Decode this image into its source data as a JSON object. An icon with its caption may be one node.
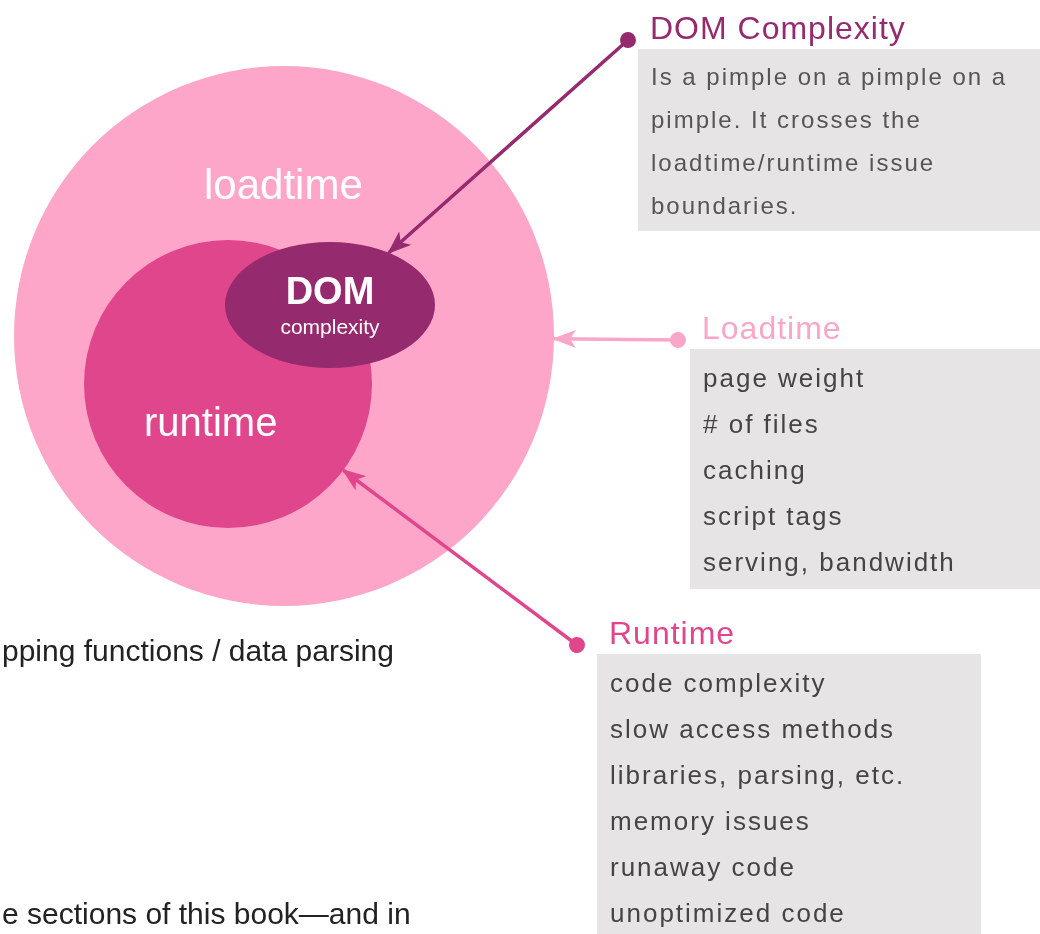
{
  "diagram": {
    "nodes": [
      {
        "text": [
          "loadtime"
        ]
      },
      {
        "text": [
          "runtime"
        ],
        "in": 0
      },
      {
        "text": [
          "DOM",
          "complexity"
        ],
        "in": 0
      },
      {
        "text": [
          "DOM Complexity",
          "Is a pimple on a pimple on a pimple. It crosses the loadtime/runtime issue boundaries."
        ]
      },
      {
        "text": [
          "Loadtime",
          "page weight",
          "# of files",
          "caching",
          "script tags",
          "serving, bandwidth"
        ]
      },
      {
        "text": [
          "Runtime",
          "code complexity",
          "slow access methods",
          "libraries, parsing, etc.",
          "memory issues",
          "runaway code",
          "unoptimized code"
        ]
      }
    ],
    "edges": [
      {
        "from": 3,
        "to": 2,
        "arrow": "to",
        "color": "#952a6e"
      },
      {
        "from": 4,
        "to": 0,
        "arrow": "to",
        "color": "#f9a6c9"
      },
      {
        "from": 5,
        "to": 1,
        "arrow": "to",
        "color": "#e0468c"
      }
    ],
    "labels": [
      "pping functions / data parsing",
      "e sections of this book—and in"
    ]
  }
}
